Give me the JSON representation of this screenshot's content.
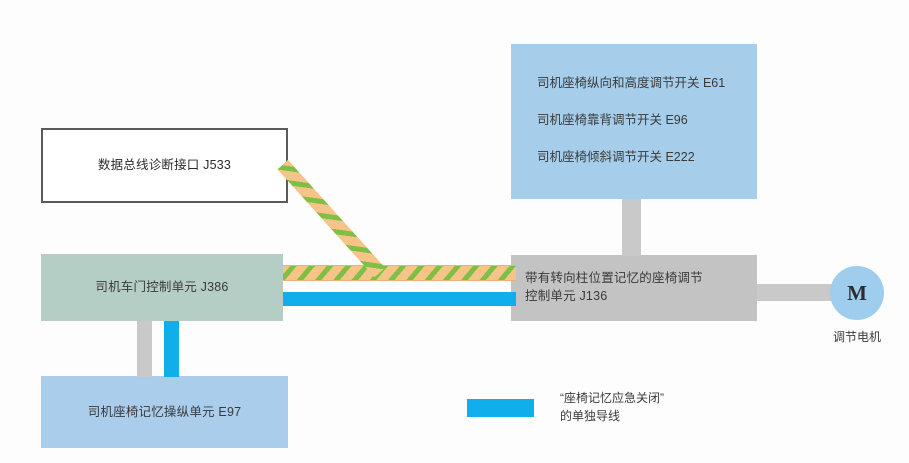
{
  "diagram": {
    "type": "wiring-block-diagram",
    "background_color": "#fdfdfd",
    "nodes": {
      "diagnostic_interface": {
        "label": "数据总线诊断接口  J533",
        "code": "J533",
        "style": "white-box-outlined",
        "color": "#ffffff",
        "border_color": "#5a5a5a"
      },
      "door_control_unit": {
        "label": "司机车门控制单元  J386",
        "code": "J386",
        "style": "filled-box",
        "color": "#b4cec6"
      },
      "seat_memory_unit": {
        "label": "司机座椅记忆操纵单元 E97",
        "code": "E97",
        "style": "filled-box",
        "color": "#abcdec"
      },
      "switch_group": {
        "style": "filled-box",
        "color": "#a6cdea",
        "items": [
          {
            "label": "司机座椅纵向和高度调节开关  E61",
            "code": "E61"
          },
          {
            "label": "司机座椅靠背调节开关  E96",
            "code": "E96"
          },
          {
            "label": "司机座椅倾斜调节开关  E222",
            "code": "E222"
          }
        ]
      },
      "seat_adjust_control_unit": {
        "label": "带有转向柱位置记忆的座椅调节\n控制单元  J136",
        "code": "J136",
        "style": "filled-box",
        "color": "#c3c3c3"
      },
      "motor": {
        "symbol": "M",
        "label": "调节电机",
        "color": "#9ecdee"
      }
    },
    "wires": {
      "bus_colors": {
        "base": "#f6c388",
        "stripe": "#7fbf44"
      },
      "single_wire_color": "#10aeea",
      "plain_wire_color": "#c9c9c9"
    },
    "legend": {
      "swatch_color": "#10aeea",
      "text": "“座椅记忆应急关闭”\n的单独导线"
    }
  }
}
